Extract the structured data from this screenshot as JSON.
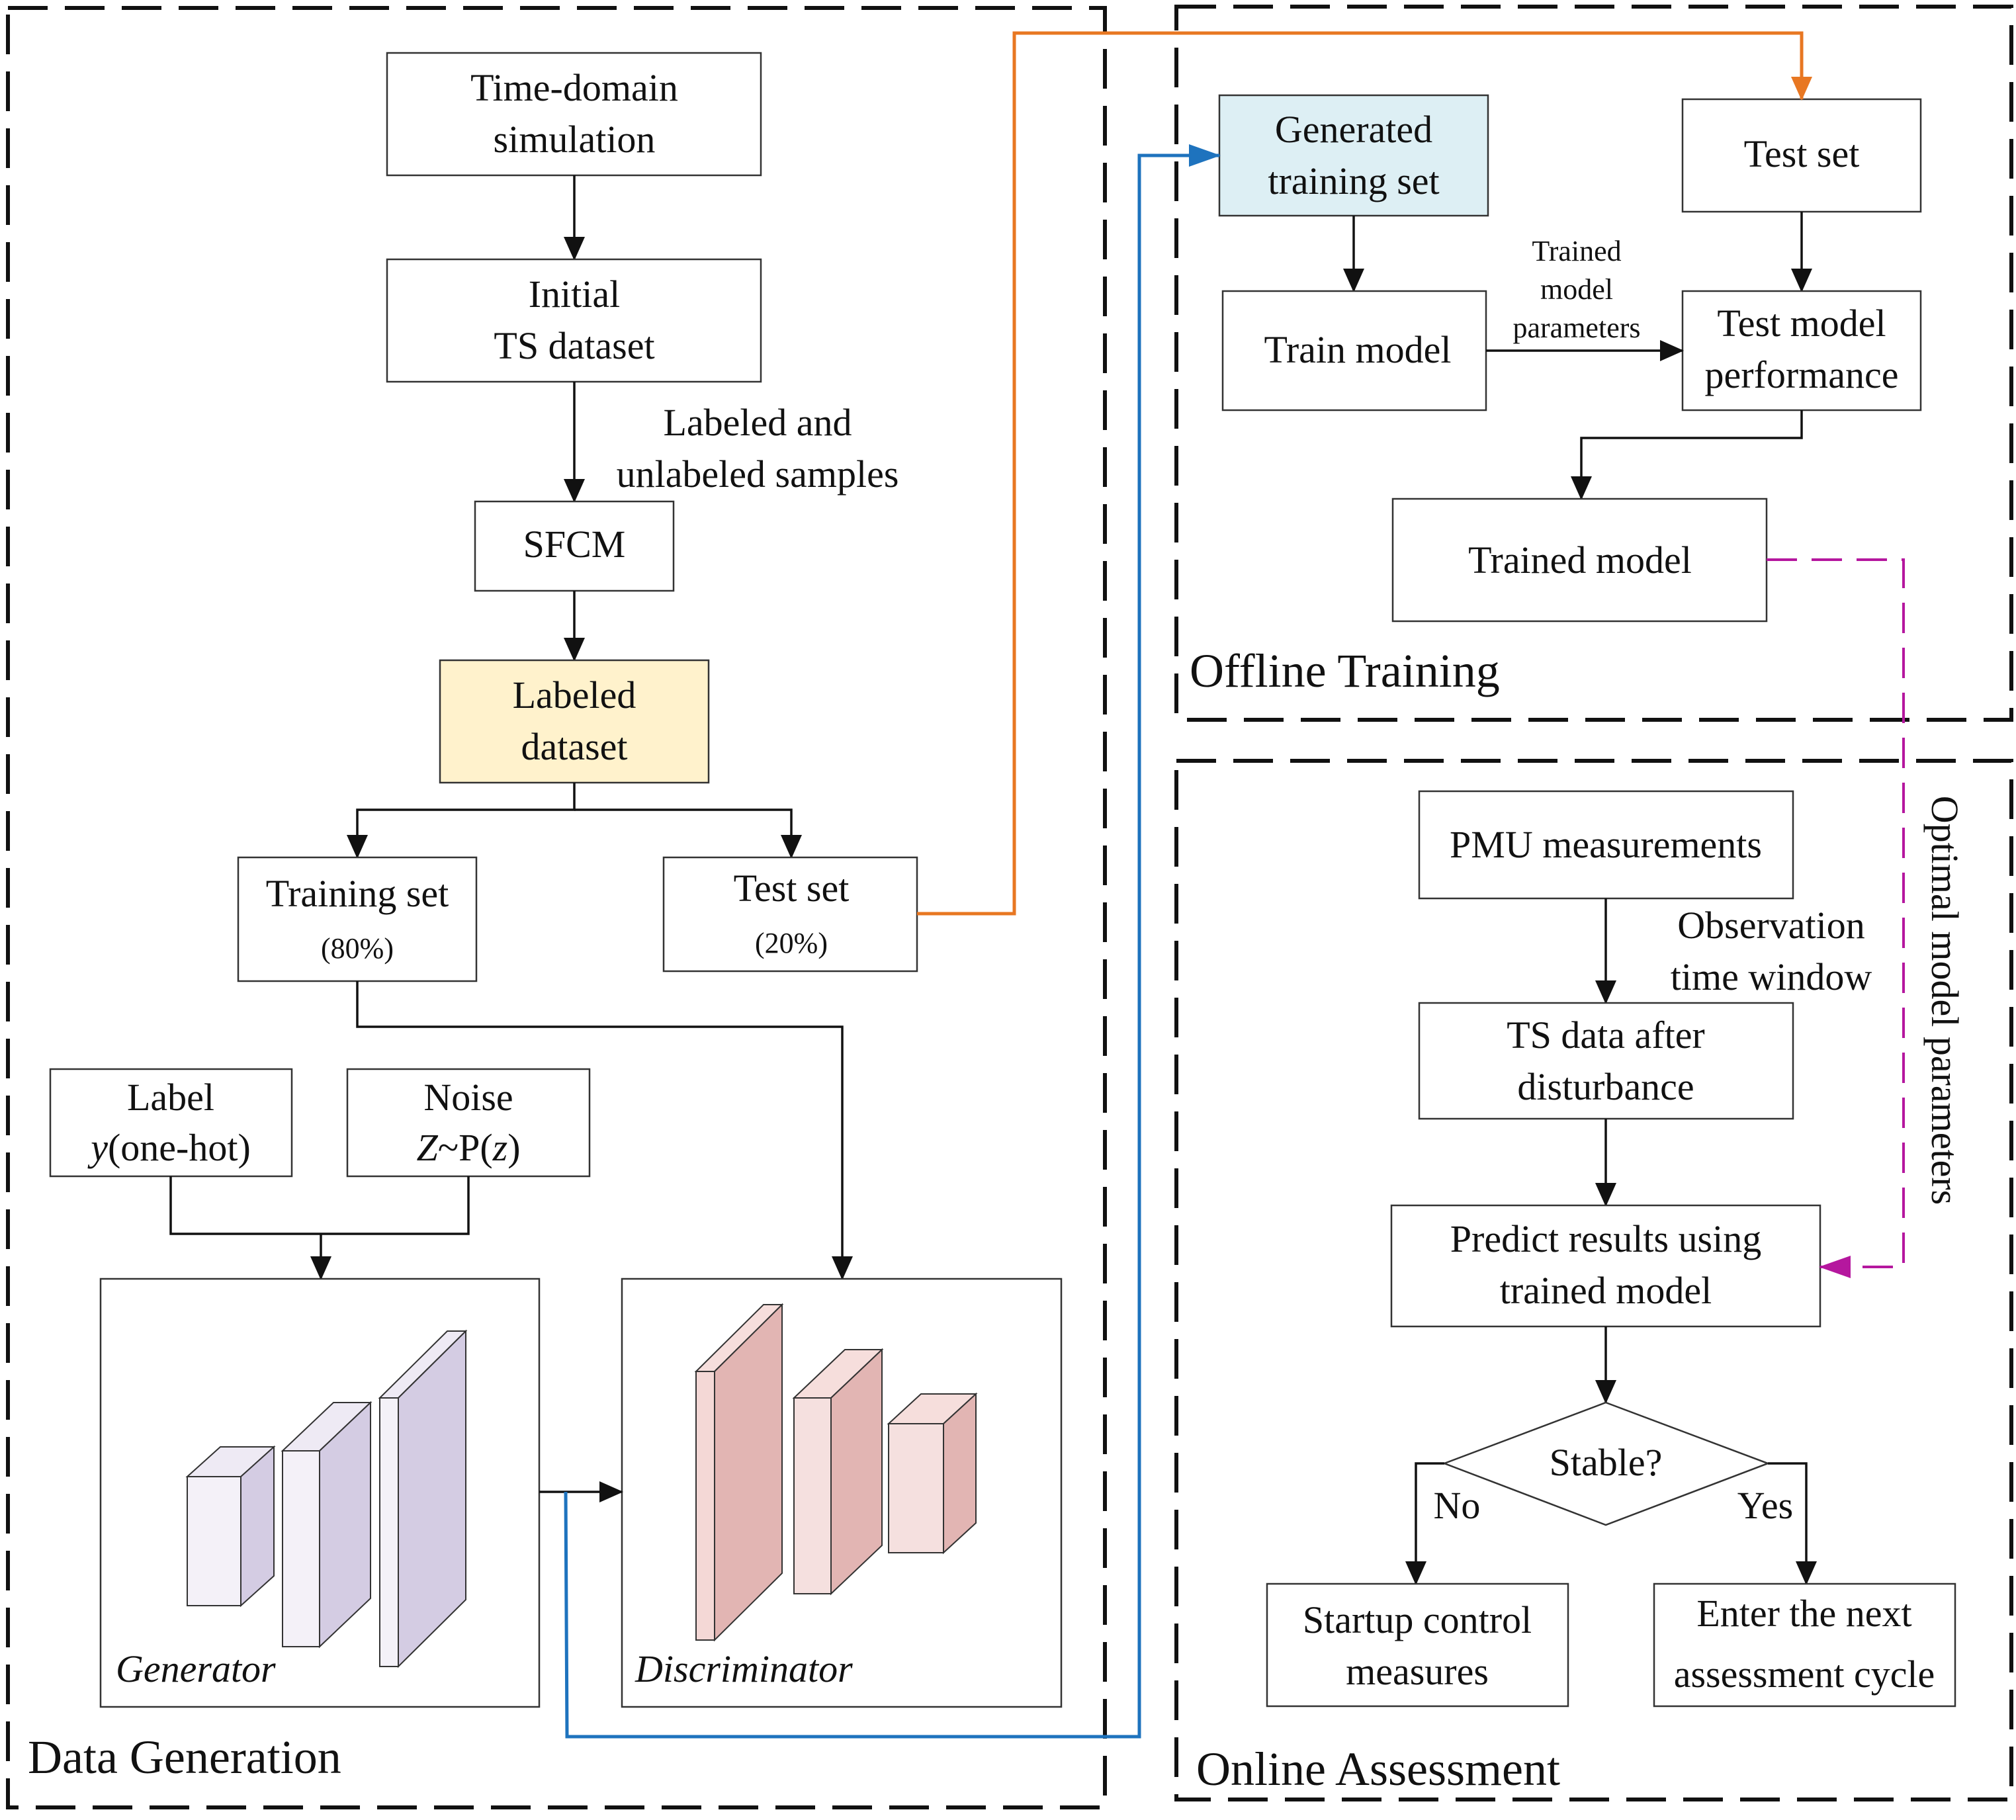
{
  "colors": {
    "orange": "#E87722",
    "blue": "#1E73BE",
    "magenta": "#B5179E",
    "generated_fill": "#DDEFF4",
    "labeled_fill": "#FFF2CC",
    "generator_fill": "#D4CCE3",
    "discriminator_fill": "#E2B5B3"
  },
  "sections": {
    "data_generation": "Data Generation",
    "offline_training": "Offline Training",
    "online_assessment": "Online Assessment"
  },
  "data_generation": {
    "time_domain": [
      "Time-domain",
      "simulation"
    ],
    "initial_ts": [
      "Initial",
      "TS dataset"
    ],
    "labeled_unlabeled": [
      "Labeled and",
      "unlabeled samples"
    ],
    "sfcm": "SFCM",
    "labeled_dataset": [
      "Labeled",
      "dataset"
    ],
    "training_set": {
      "label": "Training set",
      "pct": "(80%)"
    },
    "test_set": {
      "label": "Test set",
      "pct": "(20%)"
    },
    "label_box": {
      "line1": "Label",
      "var": "y",
      "rest": "(one-hot)"
    },
    "noise_box": {
      "line1": "Noise",
      "z": "Z",
      "tilde": "~P(",
      "zlow": "z",
      "close": ")"
    },
    "generator": "Generator",
    "discriminator": "Discriminator"
  },
  "offline": {
    "generated_training": [
      "Generated",
      "training set"
    ],
    "test_set": "Test set",
    "train_model": "Train model",
    "trained_params": [
      "Trained",
      "model",
      "parameters"
    ],
    "test_performance": [
      "Test model",
      "performance"
    ],
    "trained_model": "Trained model"
  },
  "online": {
    "pmu": "PMU measurements",
    "observation": [
      "Observation",
      "time window"
    ],
    "ts_data": [
      "TS data after",
      "disturbance"
    ],
    "predict": [
      "Predict results using",
      "trained model"
    ],
    "stable": "Stable?",
    "no": "No",
    "yes": "Yes",
    "startup": [
      "Startup control",
      "measures"
    ],
    "enter_next": [
      "Enter the next",
      "assessment cycle"
    ],
    "optimal_params": "Optimal model parameters"
  }
}
